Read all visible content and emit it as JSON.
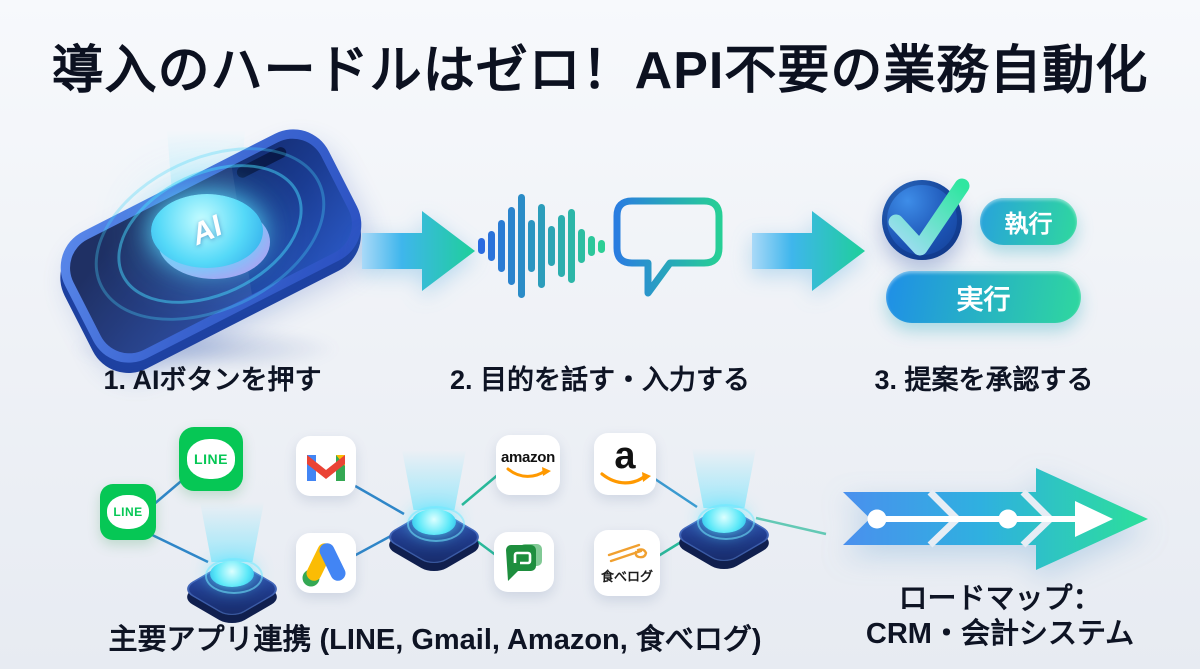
{
  "title": "導入のハードルはゼロ！API不要の業務自動化",
  "steps": [
    {
      "label": "1. AIボタンを押す"
    },
    {
      "label": "2. 目的を話す・入力する"
    },
    {
      "label": "3. 提案を承認する"
    }
  ],
  "phone": {
    "ai_label": "AI"
  },
  "approve": {
    "exec_button": "執行",
    "run_button": "実行"
  },
  "waveform": {
    "heights": [
      16,
      30,
      52,
      78,
      104,
      52,
      84,
      40,
      62,
      74,
      34,
      20,
      13
    ],
    "color_from": "#2b6be0",
    "color_to": "#2ccf95"
  },
  "apps": {
    "caption": "主要アプリ連携 (LINE, Gmail, Amazon, 食べログ)",
    "line": "LINE",
    "amazon_word": "amazon",
    "amazon_letter": "a",
    "tabelog": "食べログ"
  },
  "roadmap": {
    "title": "ロードマップ：",
    "subtitle": "CRM・会計システム"
  },
  "colors": {
    "background": "#eef1f6",
    "arrow_blue": "#3fb6ec",
    "arrow_green": "#1ecf9a",
    "line_brand_green": "#06C755",
    "amazon_orange": "#FF9900",
    "hub_navy": "#16295e",
    "glow_cyan": "#5ae8f8",
    "net_line_blue": "#2f86c8",
    "net_line_teal": "#29b99a"
  }
}
